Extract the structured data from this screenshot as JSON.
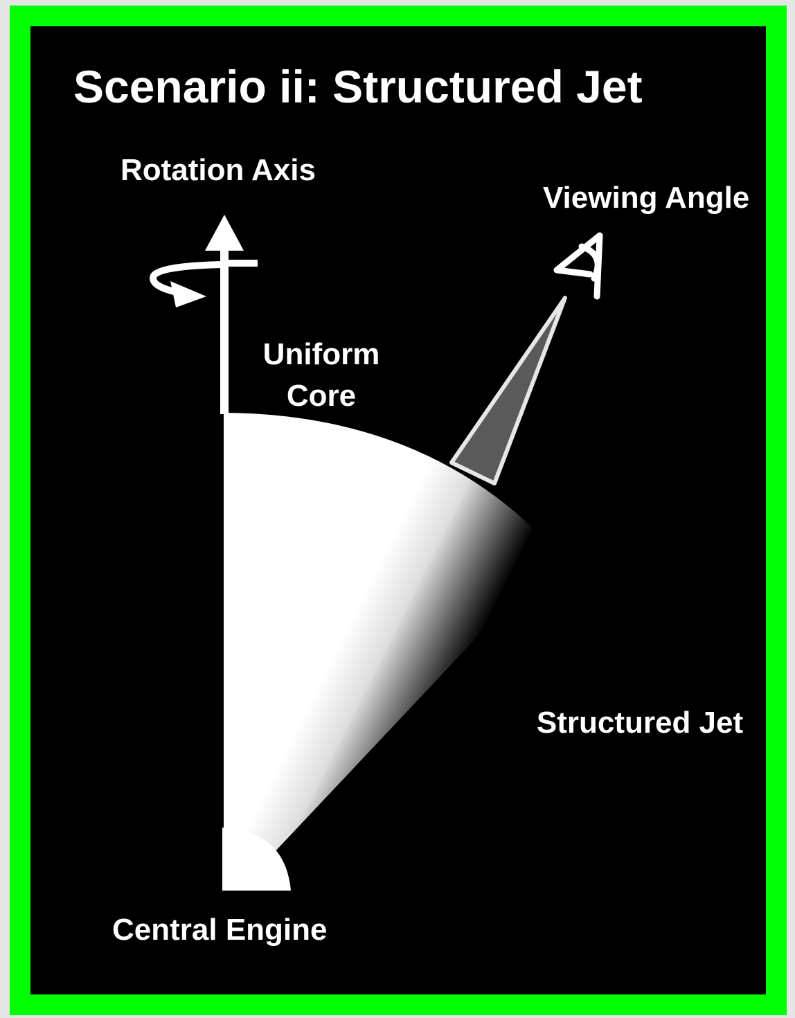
{
  "title": "Scenario ii: Structured Jet",
  "labels": {
    "rotation_axis": "Rotation Axis",
    "viewing_angle": "Viewing Angle",
    "uniform_core": "Uniform Core",
    "structured_jet": "Structured Jet",
    "central_engine": "Central Engine"
  },
  "colors": {
    "border": "#00ff00",
    "background": "#000000",
    "foreground": "#ffffff",
    "cone_fill": "#5a5a5a"
  }
}
